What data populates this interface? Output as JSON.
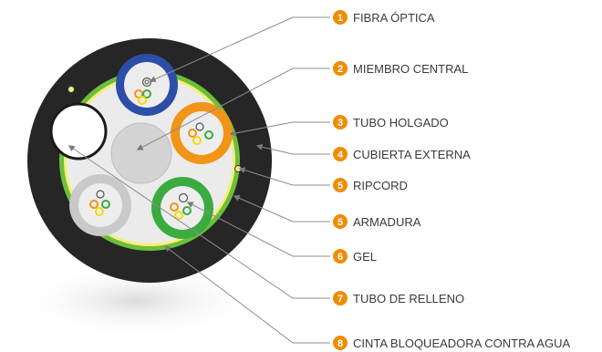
{
  "labels": [
    {
      "num": "1",
      "text": "FIBRA ÓPTICA"
    },
    {
      "num": "2",
      "text": "MIEMBRO CENTRAL"
    },
    {
      "num": "3",
      "text": "TUBO HOLGADO"
    },
    {
      "num": "4",
      "text": "CUBIERTA EXTERNA"
    },
    {
      "num": "5",
      "text": "RIPCORD"
    },
    {
      "num": "5",
      "text": "ARMADURA"
    },
    {
      "num": "6",
      "text": "GEL"
    },
    {
      "num": "7",
      "text": "TUBO DE RELLENO"
    },
    {
      "num": "8",
      "text": "CINTA BLOQUEADORA CONTRA AGUA"
    }
  ],
  "colors": {
    "badge": "#f08c00",
    "outer_jacket": "#262626",
    "armor": "#6cbf3a",
    "tape": "#f5ef7a",
    "core": "#ebebeb",
    "tube_blue": "#2c4ea8",
    "tube_orange": "#f29417",
    "tube_green": "#3bab3f",
    "tube_gray": "#c9c9c9",
    "central_member": "#d3d3d3",
    "leader": "#8c8c8c"
  }
}
